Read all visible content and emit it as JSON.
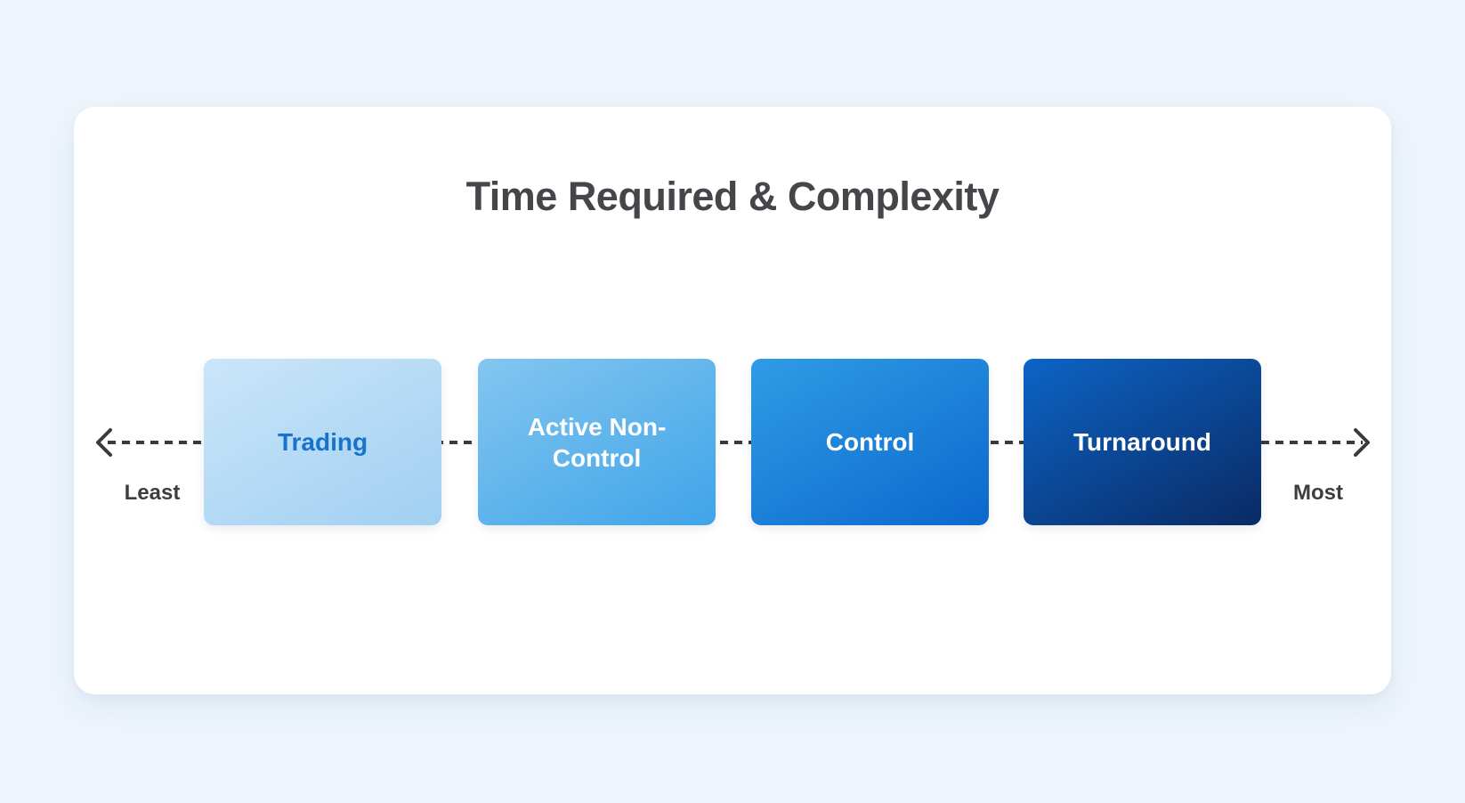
{
  "page": {
    "background_color": "#edf4fb"
  },
  "card": {
    "background_color": "#ffffff",
    "title": "Time Required & Complexity",
    "title_color": "#45454a"
  },
  "axis": {
    "least_label": "Least",
    "most_label": "Most",
    "label_color": "#3d3d3f",
    "line_color": "#3a3a3e",
    "line_style": "dashed",
    "left_arrow_icon": "arrow-left-icon",
    "right_arrow_icon": "arrow-right-icon"
  },
  "stages": [
    {
      "label": "Trading",
      "text_color": "#1873cb",
      "gradient_top": "#cbe5f9",
      "gradient_bottom": "#a0d0f1"
    },
    {
      "label": "Active Non-Control",
      "text_color": "#ffffff",
      "gradient_top": "#83c6f0",
      "gradient_bottom": "#3fa4e8"
    },
    {
      "label": "Control",
      "text_color": "#ffffff",
      "gradient_top": "#2f9ce6",
      "gradient_bottom": "#0b68cc"
    },
    {
      "label": "Turnaround",
      "text_color": "#ffffff",
      "gradient_top": "#0c64c6",
      "gradient_bottom": "#0a2a64"
    }
  ]
}
